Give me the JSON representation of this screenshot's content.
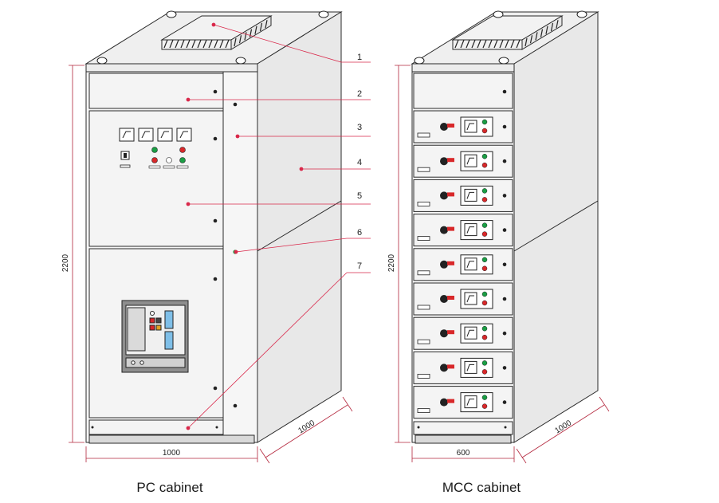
{
  "captions": {
    "pc": "PC cabinet",
    "mcc": "MCC cabinet"
  },
  "callouts": [
    "1",
    "2",
    "3",
    "4",
    "5",
    "6",
    "7"
  ],
  "dimensions": {
    "pc_height": "2200",
    "pc_width": "1000",
    "pc_depth": "1000",
    "mcc_height": "2200",
    "mcc_width": "600",
    "mcc_depth": "1000"
  },
  "colors": {
    "leader": "#d9284a",
    "dimension": "#b3263c",
    "outline": "#2a2a2a",
    "panel": "#f4f4f4",
    "side": "#e8e8e8",
    "top": "#efefef",
    "lamp_green": "#1a9e44",
    "lamp_red": "#d8282a"
  },
  "mcc_drawer_count": 9
}
